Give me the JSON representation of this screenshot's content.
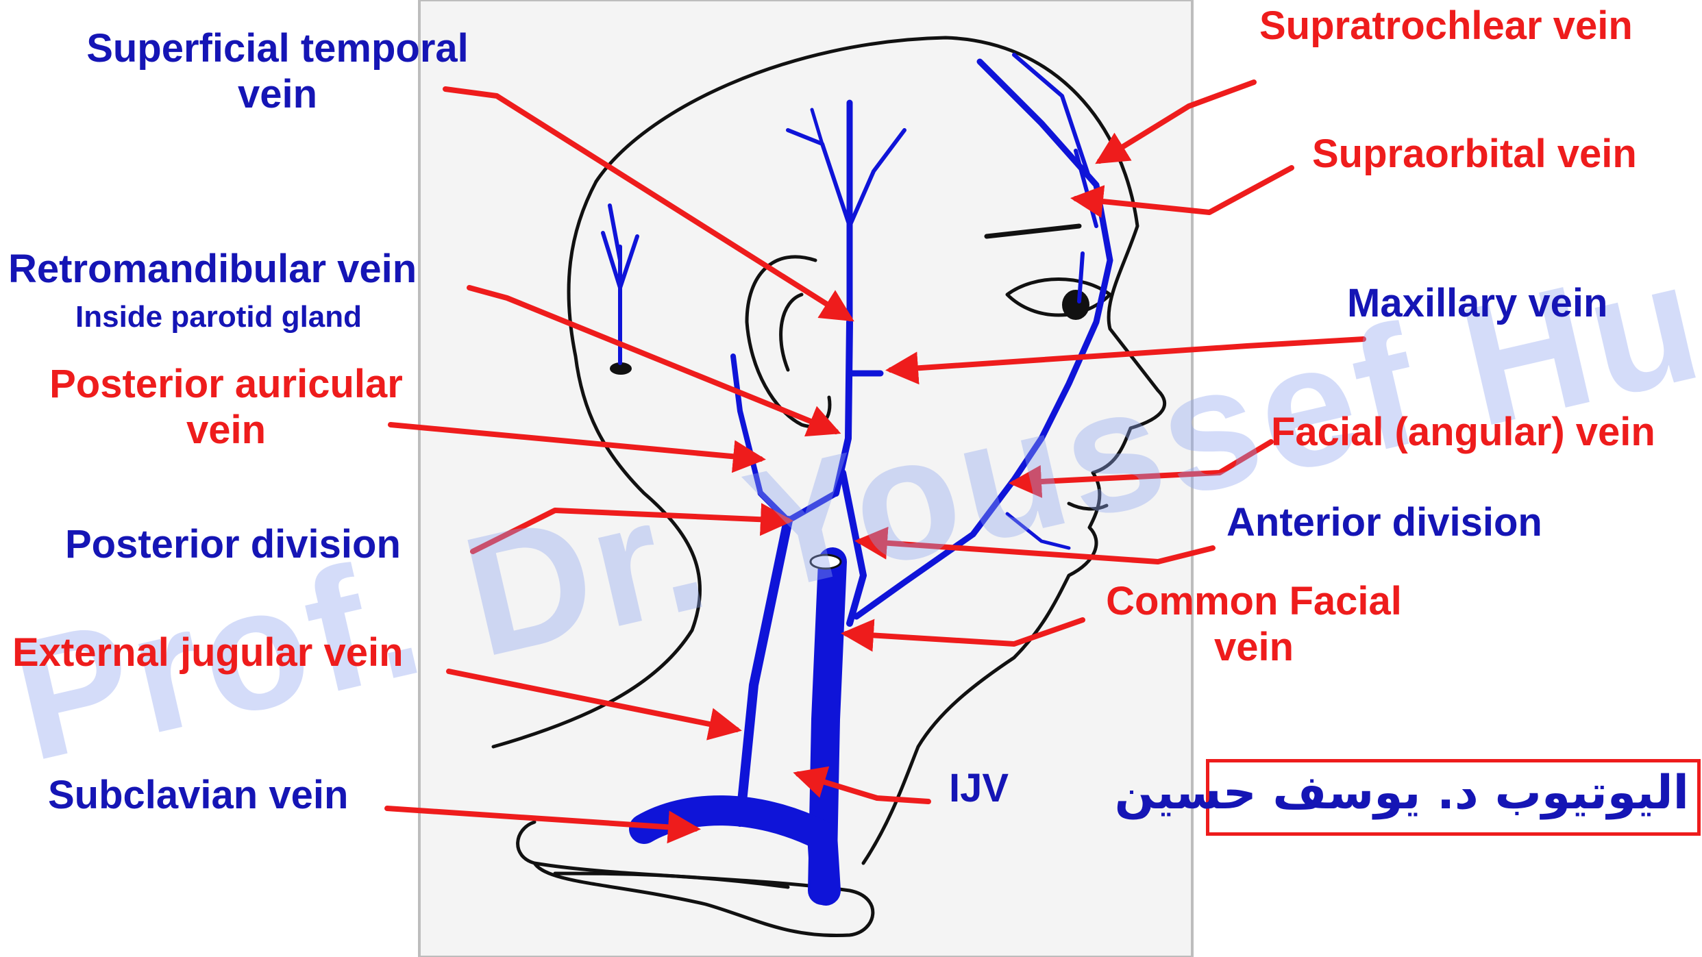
{
  "labels": {
    "superficial_temporal_l1": "Superficial temporal",
    "superficial_temporal_l2": "vein",
    "retromandibular": "Retromandibular vein",
    "retromandibular_note": "Inside parotid gland",
    "posterior_auricular_l1": "Posterior auricular",
    "posterior_auricular_l2": "vein",
    "posterior_division": "Posterior division",
    "external_jugular": "External jugular vein",
    "subclavian": "Subclavian vein",
    "supratrochlear": "Supratrochlear vein",
    "supraorbital": "Supraorbital vein",
    "maxillary": "Maxillary vein",
    "facial_angular": "Facial (angular) vein",
    "anterior_division": "Anterior division",
    "common_facial_l1": "Common Facial",
    "common_facial_l2": "vein",
    "ijv": "IJV"
  },
  "watermark": "Prof. Dr. Youssef Hussein",
  "channel_credit": "اليوتيوب د. يوسف حسين",
  "colors": {
    "vein": "#0f14d8",
    "arrow": "#ee1c1c",
    "label_blue": "#1515b5",
    "label_red": "#ee1c1c",
    "outline": "#111111",
    "figure_bg": "#f4f4f4"
  }
}
